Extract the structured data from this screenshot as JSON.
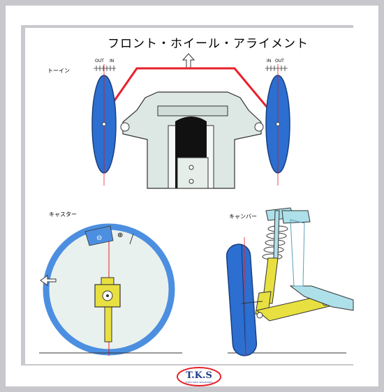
{
  "title": "フロント・ホイール・アライメント",
  "sections": {
    "toe": "トーイン",
    "caster": "キャスター",
    "camber": "キャンバー"
  },
  "gauge": {
    "left_out": "OUT",
    "left_in": "IN",
    "right_in": "IN",
    "right_out": "OUT"
  },
  "caster_signs": {
    "minus": "⊖",
    "plus": "⊕"
  },
  "logo": {
    "text": "T.K.S",
    "sub": "TOKYO KIKAI SEISAKUSHO"
  },
  "colors": {
    "tire": "#2c6fd0",
    "rim_red": "#e8202a",
    "chassis": "#dde8e4",
    "strut_yellow": "#e8e040",
    "wheel_ring": "#4c8fe0"
  }
}
